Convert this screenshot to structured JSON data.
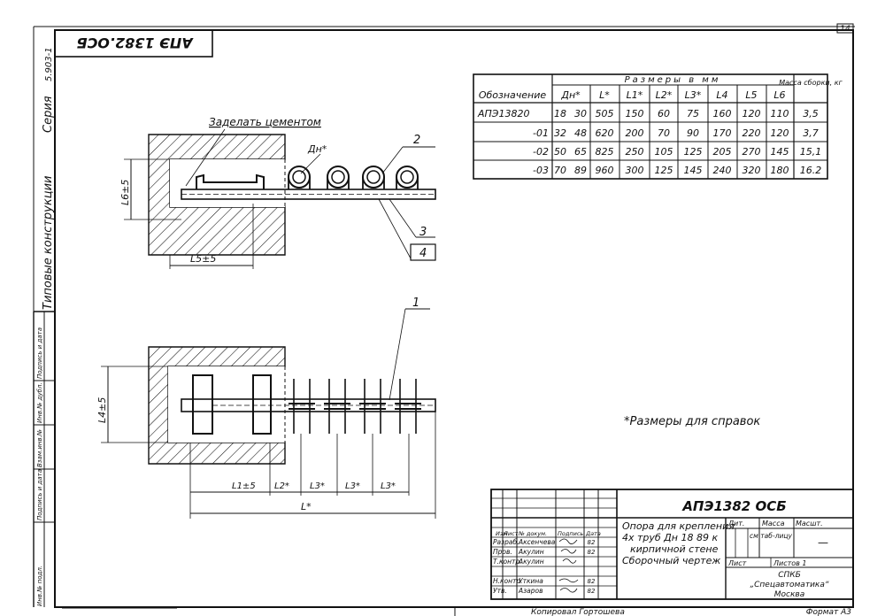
{
  "sheet": {
    "page_number": "14",
    "stamp_top": "АПЭ 1382.ОСБ",
    "series_label": "Серия",
    "series_number": "5.903-1",
    "side_title": "Типовые конструкции",
    "side_fields": [
      "Инв.№ подл.",
      "Подпись и дата",
      "Взам.инв.№",
      "Инв.№ дубл.",
      "Подпись и дата"
    ],
    "copied_by": "Копировал Гортошева",
    "format": "Формат А3"
  },
  "drawing": {
    "note_cement": "Заделать цементом",
    "label_dn": "Дн*",
    "callouts": [
      "1",
      "2",
      "3",
      "4"
    ],
    "dim_l6": "L6±5",
    "dim_l5": "L5±5",
    "dim_l4": "L4±5",
    "dim_l1": "L1±5",
    "dim_l2": "L2*",
    "dim_l3": "L3*",
    "dim_l": "L*",
    "footnote": "*Размеры для справок"
  },
  "table": {
    "group_header": "Размеры в мм",
    "mass_header": "Масса сборки, кг",
    "headers": [
      "Обозначение",
      "Дн*",
      "L*",
      "L1*",
      "L2*",
      "L3*",
      "L4",
      "L5",
      "L6"
    ],
    "rows": [
      {
        "designation": "АПЭ13820",
        "dn": [
          "18",
          "30"
        ],
        "L": "505",
        "L1": "150",
        "L2": "60",
        "L3": "75",
        "L4": "160",
        "L5": "120",
        "L6": "110",
        "mass": "3,5"
      },
      {
        "designation": "-01",
        "dn": [
          "32",
          "48"
        ],
        "L": "620",
        "L1": "200",
        "L2": "70",
        "L3": "90",
        "L4": "170",
        "L5": "220",
        "L6": "120",
        "mass": "3,7"
      },
      {
        "designation": "-02",
        "dn": [
          "50",
          "65"
        ],
        "L": "825",
        "L1": "250",
        "L2": "105",
        "L3": "125",
        "L4": "205",
        "L5": "270",
        "L6": "145",
        "mass": "15,1"
      },
      {
        "designation": "-03",
        "dn": [
          "70",
          "89"
        ],
        "L": "960",
        "L1": "300",
        "L2": "125",
        "L3": "145",
        "L4": "240",
        "L5": "320",
        "L6": "180",
        "mass": "16.2"
      }
    ]
  },
  "title_block": {
    "code": "АПЭ1382 ОСБ",
    "name_lines": [
      "Опора для крепления",
      "4х труб Дн 18  89 к",
      "кирпичной стене",
      "Сборочный чертеж"
    ],
    "col_heads": [
      "Изм",
      "Лист",
      "№ докум.",
      "Подпись",
      "Дата"
    ],
    "roles": [
      "Разраб.",
      "Пров.",
      "Т.контр.",
      "Н.контр.",
      "Утв."
    ],
    "names": [
      "Аксенчева",
      "Акулин",
      "Акулин",
      "Уткина",
      "Азаров"
    ],
    "dates": [
      "82",
      "82",
      "",
      "82",
      "82"
    ],
    "lit_label": "Лит.",
    "mass_label": "Масса",
    "scale_label": "Масшт.",
    "mass_value": "см таб-лицу",
    "scale_value": "—",
    "sheet_label": "Лист",
    "sheets_label": "Листов 1",
    "org_lines": [
      "СПКБ",
      "„Спецавтоматика“",
      "Москва"
    ]
  }
}
